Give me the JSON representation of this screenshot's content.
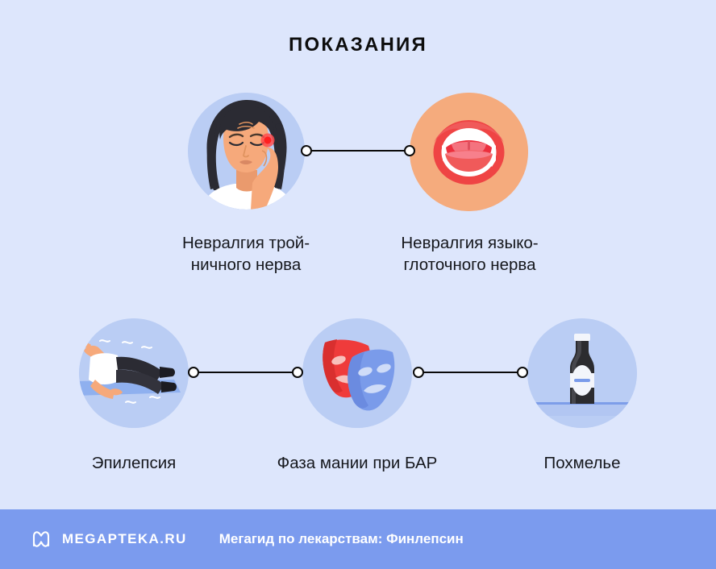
{
  "header": {
    "title": "ПОКАЗАНИЯ"
  },
  "colors": {
    "background": "#dde6fc",
    "circle_blue": "#bacdf4",
    "circle_peach": "#f5ab7d",
    "footer_bar": "#7b9bee",
    "connector": "#0a0a0a",
    "text": "#15171c",
    "mask_red": "#ef3b3b",
    "mask_blue": "#7a9bea",
    "lips_red": "#ef4444",
    "skin": "#f6a97b",
    "hair": "#2b2b33",
    "bottle_dark": "#2b2b2f"
  },
  "rows": [
    {
      "name": "row-top",
      "items": [
        {
          "id": "trigeminal-neuralgia",
          "label": "Невралгия трой-\nничного нерва",
          "label_line1": "Невралгия трой-",
          "label_line2": "ничного нерва",
          "icon": "woman-facial-pain-icon",
          "circle_color": "#bacdf4"
        },
        {
          "id": "glossopharyngeal-neuralgia",
          "label": "Невралгия языко-\nглоточного нерва",
          "label_line1": "Невралгия языко-",
          "label_line2": "глоточного нерва",
          "icon": "open-mouth-icon",
          "circle_color": "#f5ab7d"
        }
      ]
    },
    {
      "name": "row-bottom",
      "items": [
        {
          "id": "epilepsy",
          "label": "Эпилепсия",
          "label_line1": "Эпилепсия",
          "label_line2": "",
          "icon": "person-seizure-icon",
          "circle_color": "#bacdf4"
        },
        {
          "id": "mania-phase-bipolar",
          "label": "Фаза мании при БАР",
          "label_line1": "Фаза мании при БАР",
          "label_line2": "",
          "icon": "theater-masks-icon",
          "circle_color": "#bacdf4"
        },
        {
          "id": "hangover",
          "label": "Похмелье",
          "label_line1": "Похмелье",
          "label_line2": "",
          "icon": "beer-bottle-icon",
          "circle_color": "#bacdf4"
        }
      ]
    }
  ],
  "connectors": [
    {
      "id": "connector-top-1",
      "from": "trigeminal-neuralgia",
      "to": "glossopharyngeal-neuralgia"
    },
    {
      "id": "connector-bottom-1",
      "from": "epilepsy",
      "to": "mania-phase-bipolar"
    },
    {
      "id": "connector-bottom-2",
      "from": "mania-phase-bipolar",
      "to": "hangover"
    }
  ],
  "footer": {
    "logo_icon": "megapteka-m-logo-icon",
    "brand": "MEGAPTEKA.RU",
    "tagline": "Мегагид по лекарствам: Финлепсин"
  }
}
